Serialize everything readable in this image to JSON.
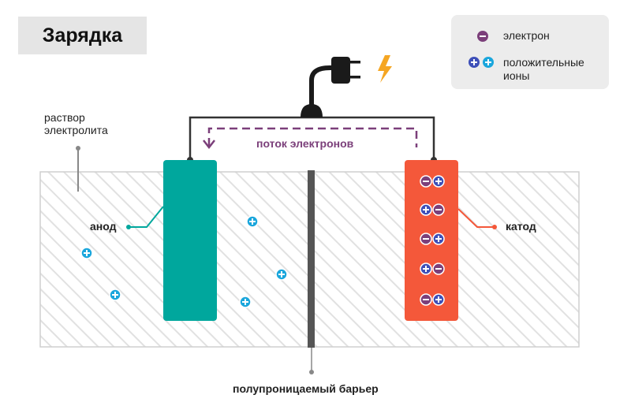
{
  "title": "Зарядка",
  "legend": {
    "electron_label": "электрон",
    "positive_ions_label": "положительные ионы",
    "electron_sign": "−",
    "ion_sign": "+"
  },
  "labels": {
    "electrolyte_solution": "раствор электролита",
    "anode": "анод",
    "cathode": "катод",
    "electron_flow": "поток электронов",
    "barrier": "полупроницаемый барьер"
  },
  "colors": {
    "anode": "#00a79d",
    "cathode": "#f4583a",
    "electron": "#7b3f7a",
    "ion": "#1aa6dc",
    "ion_dark": "#3d4fb8",
    "barrier": "#555555",
    "lightning": "#f5a623",
    "plug": "#1a1a1a"
  },
  "icons": {
    "plug": "plug-icon",
    "lightning": "lightning-icon"
  }
}
